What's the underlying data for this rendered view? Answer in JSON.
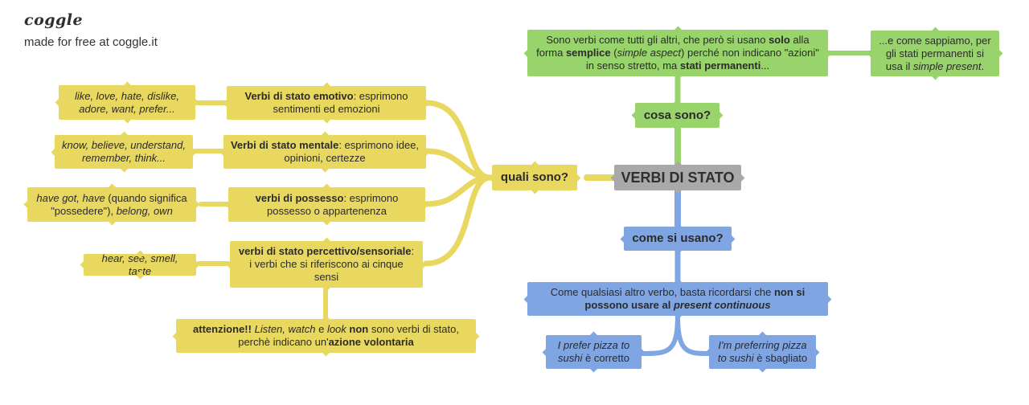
{
  "header": {
    "brand": "coggle",
    "tagline": "made for free at coggle.it"
  },
  "colors": {
    "yellow": "#e8d85f",
    "green": "#98d36c",
    "blue": "#7fa5e3",
    "gray": "#a9a9a9"
  },
  "map": {
    "center": "VERBI DI STATO",
    "what": {
      "question": "cosa sono?",
      "definition": [
        {
          "text": "Sono verbi come tutti gli altri, che però si usano "
        },
        {
          "text": "solo",
          "b": true
        },
        {
          "text": " alla forma "
        },
        {
          "text": "semplice",
          "b": true
        },
        {
          "text": " ("
        },
        {
          "text": "simple aspect",
          "i": true
        },
        {
          "text": ") perché non indicano \"azioni\" in senso stretto, ma "
        },
        {
          "text": "stati permanenti",
          "b": true
        },
        {
          "text": "..."
        }
      ],
      "note": [
        {
          "text": "...e come sappiamo, per gli stati permanenti si usa il "
        },
        {
          "text": "simple present",
          "i": true
        },
        {
          "text": "."
        }
      ]
    },
    "which": {
      "question": "quali sono?",
      "categories": [
        {
          "label": [
            {
              "text": "Verbi di stato emotivo",
              "b": true
            },
            {
              "text": ": esprimono sentimenti ed emozioni"
            }
          ],
          "examples": [
            {
              "text": "like, love, hate, dislike, adore, want, prefer...",
              "i": true
            }
          ]
        },
        {
          "label": [
            {
              "text": "Verbi di stato mentale",
              "b": true
            },
            {
              "text": ": esprimono idee, opinioni, certezze"
            }
          ],
          "examples": [
            {
              "text": "know, believe, understand, remember, think...",
              "i": true
            }
          ]
        },
        {
          "label": [
            {
              "text": "verbi di possesso",
              "b": true
            },
            {
              "text": ": esprimono possesso o appartenenza"
            }
          ],
          "examples": [
            {
              "text": "have got, have",
              "i": true
            },
            {
              "text": " (quando significa \"possedere\"), "
            },
            {
              "text": "belong, own",
              "i": true
            }
          ]
        },
        {
          "label": [
            {
              "text": "verbi di stato percettivo/sensoriale",
              "b": true
            },
            {
              "text": ": i verbi che si riferiscono ai cinque sensi"
            }
          ],
          "examples": [
            {
              "text": "hear, see, smell, taste",
              "i": true
            }
          ]
        }
      ],
      "warning": [
        {
          "text": "attenzione!!",
          "b": true
        },
        {
          "text": " "
        },
        {
          "text": "Listen, watch",
          "i": true
        },
        {
          "text": " e "
        },
        {
          "text": "look",
          "i": true
        },
        {
          "text": " "
        },
        {
          "text": "non",
          "b": true
        },
        {
          "text": " sono verbi di stato, perchè indicano un'"
        },
        {
          "text": "azione volontaria",
          "b": true
        }
      ]
    },
    "how": {
      "question": "come si usano?",
      "rule": [
        {
          "text": "Come qualsiasi altro verbo, basta ricordarsi che "
        },
        {
          "text": "non si possono usare al ",
          "b": true
        },
        {
          "text": "present continuous",
          "b": true,
          "i": true
        }
      ],
      "correct": [
        {
          "text": "I prefer pizza to sushi",
          "i": true
        },
        {
          "text": " è corretto"
        }
      ],
      "wrong": [
        {
          "text": "I'm preferring pizza to sushi",
          "i": true
        },
        {
          "text": " è sbagliato"
        }
      ]
    }
  }
}
